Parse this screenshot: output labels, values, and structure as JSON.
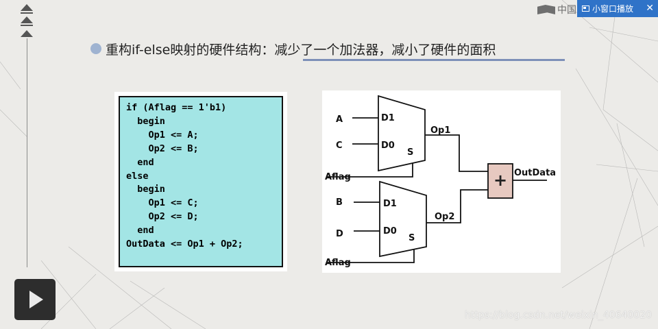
{
  "slide": {
    "title": "重构if-else映射的硬件结构：减少了一个加法器，减小了硬件的面积"
  },
  "code": {
    "lines": [
      "if (Aflag == 1'b1)",
      "  begin",
      "    Op1 <= A;",
      "    Op2 <= B;",
      "  end",
      "else",
      "  begin",
      "    Op1 <= C;",
      "    Op2 <= D;",
      "  end",
      "",
      "OutData <= Op1 + Op2;"
    ]
  },
  "diagram": {
    "mux1": {
      "in_a": "A",
      "in_c": "C",
      "port_d1": "D1",
      "port_d0": "D0",
      "port_s": "S",
      "select": "Aflag",
      "output": "Op1"
    },
    "mux2": {
      "in_b": "B",
      "in_d": "D",
      "port_d1": "D1",
      "port_d0": "D0",
      "port_s": "S",
      "select": "Aflag",
      "output": "Op2"
    },
    "adder": {
      "symbol": "+",
      "output": "OutData"
    }
  },
  "player": {
    "pip_label": "小窗口播放",
    "close_symbol": "✕",
    "brand_text": "中国",
    "play_icon": "play-icon"
  },
  "watermark": "https://blog.csdn.net/weixin_40640020",
  "colors": {
    "code_bg": "#a3e5e5",
    "adder_fill": "#e7c9c0",
    "pip_bg": "#2f73c8",
    "title_underline": "#7d8fb8"
  }
}
